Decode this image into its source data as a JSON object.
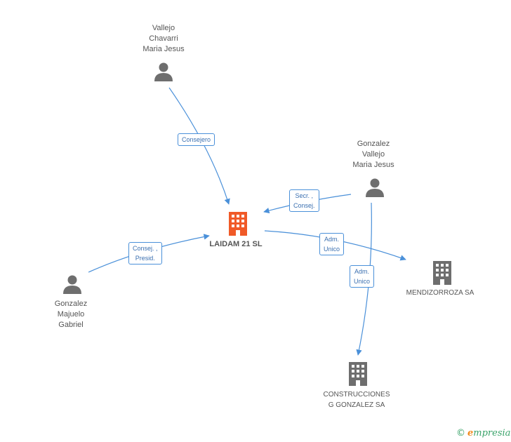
{
  "nodes": {
    "vallejo_chavarri": {
      "lines": [
        "Vallejo",
        "Chavarri",
        "Maria Jesus"
      ]
    },
    "gonzalez_vallejo": {
      "lines": [
        "Gonzalez",
        "Vallejo",
        "Maria Jesus"
      ]
    },
    "gonzalez_majuelo": {
      "lines": [
        "Gonzalez",
        "Majuelo",
        "Gabriel"
      ]
    },
    "laidam": {
      "label": "LAIDAM 21 SL"
    },
    "mendizorroza": {
      "label": "MENDIZORROZA SA"
    },
    "construcciones": {
      "lines": [
        "CONSTRUCCIONES",
        "G GONZALEZ SA"
      ]
    }
  },
  "edges": {
    "consejero": {
      "lines": [
        "Consejero"
      ]
    },
    "secr_consej": {
      "lines": [
        "Secr. ,",
        "Consej."
      ]
    },
    "consej_presid": {
      "lines": [
        "Consej. ,",
        "Presid."
      ]
    },
    "adm_unico_1": {
      "lines": [
        "Adm.",
        "Unico"
      ]
    },
    "adm_unico_2": {
      "lines": [
        "Adm.",
        "Unico"
      ]
    }
  },
  "colors": {
    "edge": "#4a90d9",
    "person": "#6e6e6e",
    "company": "#6e6e6e",
    "focus_company": "#f05a28"
  },
  "brand": {
    "copyright": "©",
    "initial": "e",
    "name": "mpresia"
  }
}
